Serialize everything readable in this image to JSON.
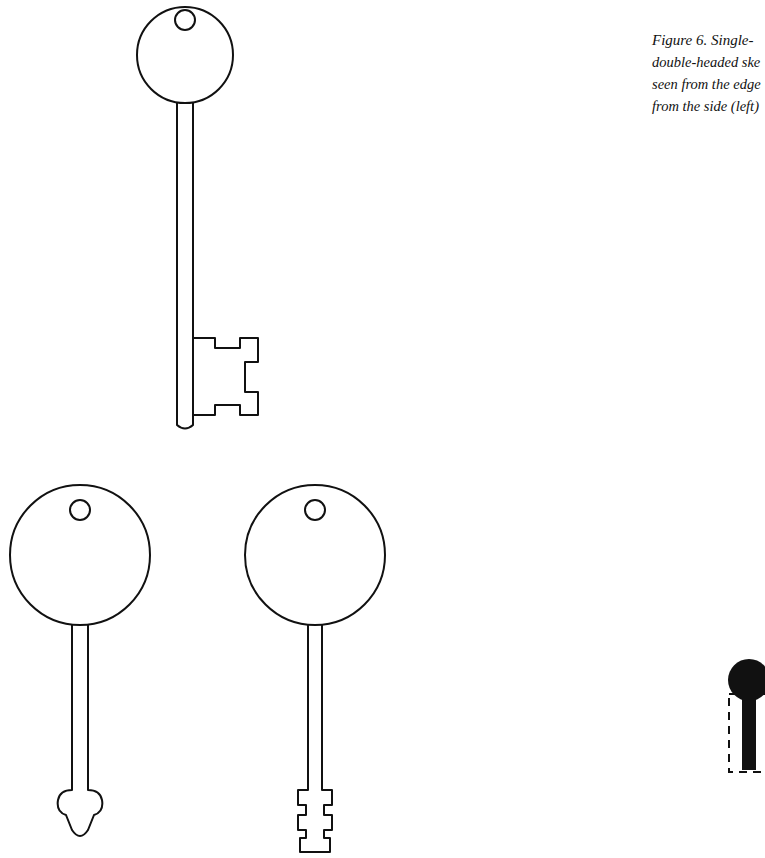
{
  "diagram": {
    "labels": [
      "Figure 6. Single-",
      "double-headed ske",
      "seen from the edge",
      "from the side (left)"
    ]
  }
}
